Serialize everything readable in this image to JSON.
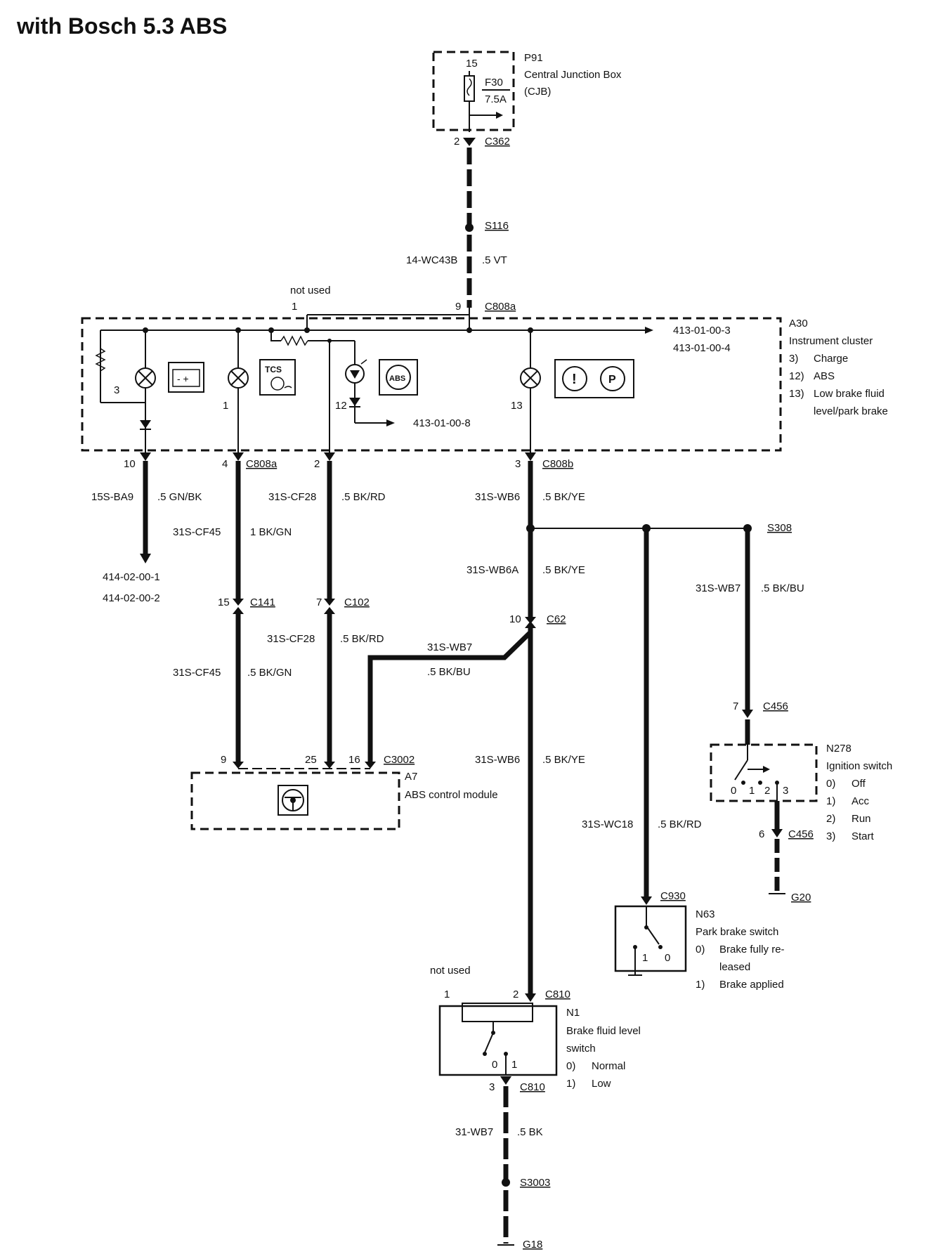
{
  "title": "with Bosch 5.3 ABS",
  "cjb": {
    "ref": "P91",
    "name": "Central Junction Box",
    "abbr": "(CJB)",
    "pin": "15",
    "fuse": "F30",
    "rating": "7.5A",
    "conn_pin": "2",
    "conn": "C362"
  },
  "splice_s116": "S116",
  "feed": {
    "circuit": "14-WC43B",
    "wire": ".5 VT"
  },
  "not_used": "not used",
  "cluster": {
    "pin_not_used": "1",
    "pin_feed": "9",
    "conn_top": "C808a",
    "ref": "A30",
    "name": "Instrument cluster",
    "legend": [
      {
        "num": "3)",
        "text": "Charge"
      },
      {
        "num": "12)",
        "text": "ABS"
      },
      {
        "num": "13)",
        "text": "Low brake fluid"
      },
      {
        "num": "",
        "text": "level/park brake"
      }
    ],
    "ref_a": "413-01-00-3",
    "ref_b": "413-01-00-4",
    "ref_c": "413-01-00-8",
    "lamp_nums": {
      "charge": "3",
      "tcs": "1",
      "abs": "12",
      "brake": "13"
    },
    "tcs_label": "TCS",
    "abs_label": "ABS",
    "p_label": "P"
  },
  "c808_pins": {
    "p10": "10",
    "p4": "4",
    "p2": "2",
    "p3": "3",
    "a": "C808a",
    "b": "C808b"
  },
  "w_ba9": {
    "circuit": "15S-BA9",
    "wire": ".5 GN/BK",
    "ref1": "414-02-00-1",
    "ref2": "414-02-00-2"
  },
  "w_cf45_top": {
    "circuit": "31S-CF45",
    "wire": "1 BK/GN"
  },
  "w_cf28_top": {
    "circuit": "31S-CF28",
    "wire": ".5 BK/RD"
  },
  "w_wb6_top": {
    "circuit": "31S-WB6",
    "wire": ".5 BK/YE"
  },
  "splice_s308": "S308",
  "w_wb6a": {
    "circuit": "31S-WB6A",
    "wire": ".5 BK/YE"
  },
  "w_wb7_right": {
    "circuit": "31S-WB7",
    "wire": ".5 BK/BU"
  },
  "c141": {
    "pin": "15",
    "conn": "C141"
  },
  "c102": {
    "pin": "7",
    "conn": "C102"
  },
  "c62": {
    "pin": "10",
    "conn": "C62"
  },
  "w_cf28_mid": {
    "circuit": "31S-CF28",
    "wire": ".5 BK/RD"
  },
  "w_wb7_mid": {
    "circuit": "31S-WB7",
    "wire": ".5 BK/BU"
  },
  "w_cf45_mid": {
    "circuit": "31S-CF45",
    "wire": ".5 BK/GN"
  },
  "c456_top": {
    "pin": "7",
    "conn": "C456"
  },
  "abs": {
    "pin9": "9",
    "pin25": "25",
    "pin16": "16",
    "conn": "C3002",
    "ref": "A7",
    "name": "ABS control module"
  },
  "w_wb6_bot": {
    "circuit": "31S-WB6",
    "wire": ".5 BK/YE"
  },
  "ign": {
    "ref": "N278",
    "name": "Ignition switch",
    "positions": [
      {
        "num": "0)",
        "text": "Off"
      },
      {
        "num": "1)",
        "text": "Acc"
      },
      {
        "num": "2)",
        "text": "Run"
      },
      {
        "num": "3)",
        "text": "Start"
      }
    ],
    "p0": "0",
    "p1": "1",
    "p2": "2",
    "p3": "3"
  },
  "w_wc18": {
    "circuit": "31S-WC18",
    "wire": ".5 BK/RD"
  },
  "c456_bot": {
    "pin": "6",
    "conn": "C456"
  },
  "g20": "G20",
  "c930": "C930",
  "park": {
    "ref": "N63",
    "name": "Park brake switch",
    "states": [
      {
        "num": "0)",
        "text": "Brake fully re-"
      },
      {
        "num": "",
        "text": "leased"
      },
      {
        "num": "1)",
        "text": "Brake applied"
      }
    ],
    "p1": "1",
    "p0": "0"
  },
  "n1": {
    "not_used": "not used",
    "pin1": "1",
    "pin2": "2",
    "conn": "C810",
    "ref": "N1",
    "name1": "Brake fluid level",
    "name2": "switch",
    "states": [
      {
        "num": "0)",
        "text": "Normal"
      },
      {
        "num": "1)",
        "text": "Low"
      }
    ],
    "p0": "0",
    "p1": "1",
    "pin3": "3",
    "conn_bot": "C810"
  },
  "w_wb7_bot": {
    "circuit": "31-WB7",
    "wire": ".5 BK"
  },
  "splice_s3003": "S3003",
  "g18": "G18"
}
